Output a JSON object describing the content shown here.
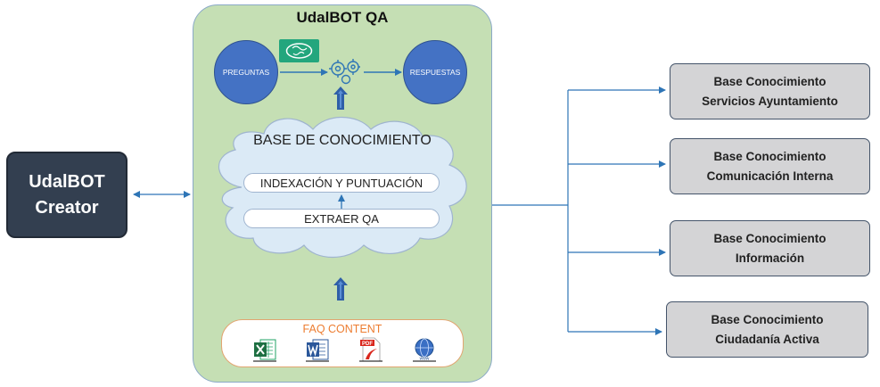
{
  "creator": {
    "line1": "UdalBOT",
    "line2": "Creator"
  },
  "qa": {
    "title": "UdalBOT QA",
    "preguntas": "PREGUNTAS",
    "respuestas": "RESPUESTAS"
  },
  "knowledge": {
    "title": "BASE DE CONOCIMIENTO",
    "indexing": "INDEXACIÓN Y PUNTUACIÓN",
    "extract": "EXTRAER QA"
  },
  "faq": {
    "label": "FAQ CONTENT",
    "sources": [
      "excel-icon",
      "word-icon",
      "pdf-icon",
      "web-icon"
    ],
    "web_text": "www"
  },
  "bases": [
    {
      "line1": "Base Conocimiento",
      "line2": "Servicios Ayuntamiento"
    },
    {
      "line1": "Base Conocimiento",
      "line2": "Comunicación Interna"
    },
    {
      "line1": "Base Conocimiento",
      "line2": "Información"
    },
    {
      "line1": "Base Conocimiento",
      "line2": "Ciudadanía Activa"
    }
  ],
  "colors": {
    "creator_bg": "#333f50",
    "panel_bg": "#c5dfb4",
    "circle": "#4472c4",
    "arrow": "#2e75b6",
    "faq_accent": "#ed7d31",
    "kb_box": "#d4d4d6"
  }
}
